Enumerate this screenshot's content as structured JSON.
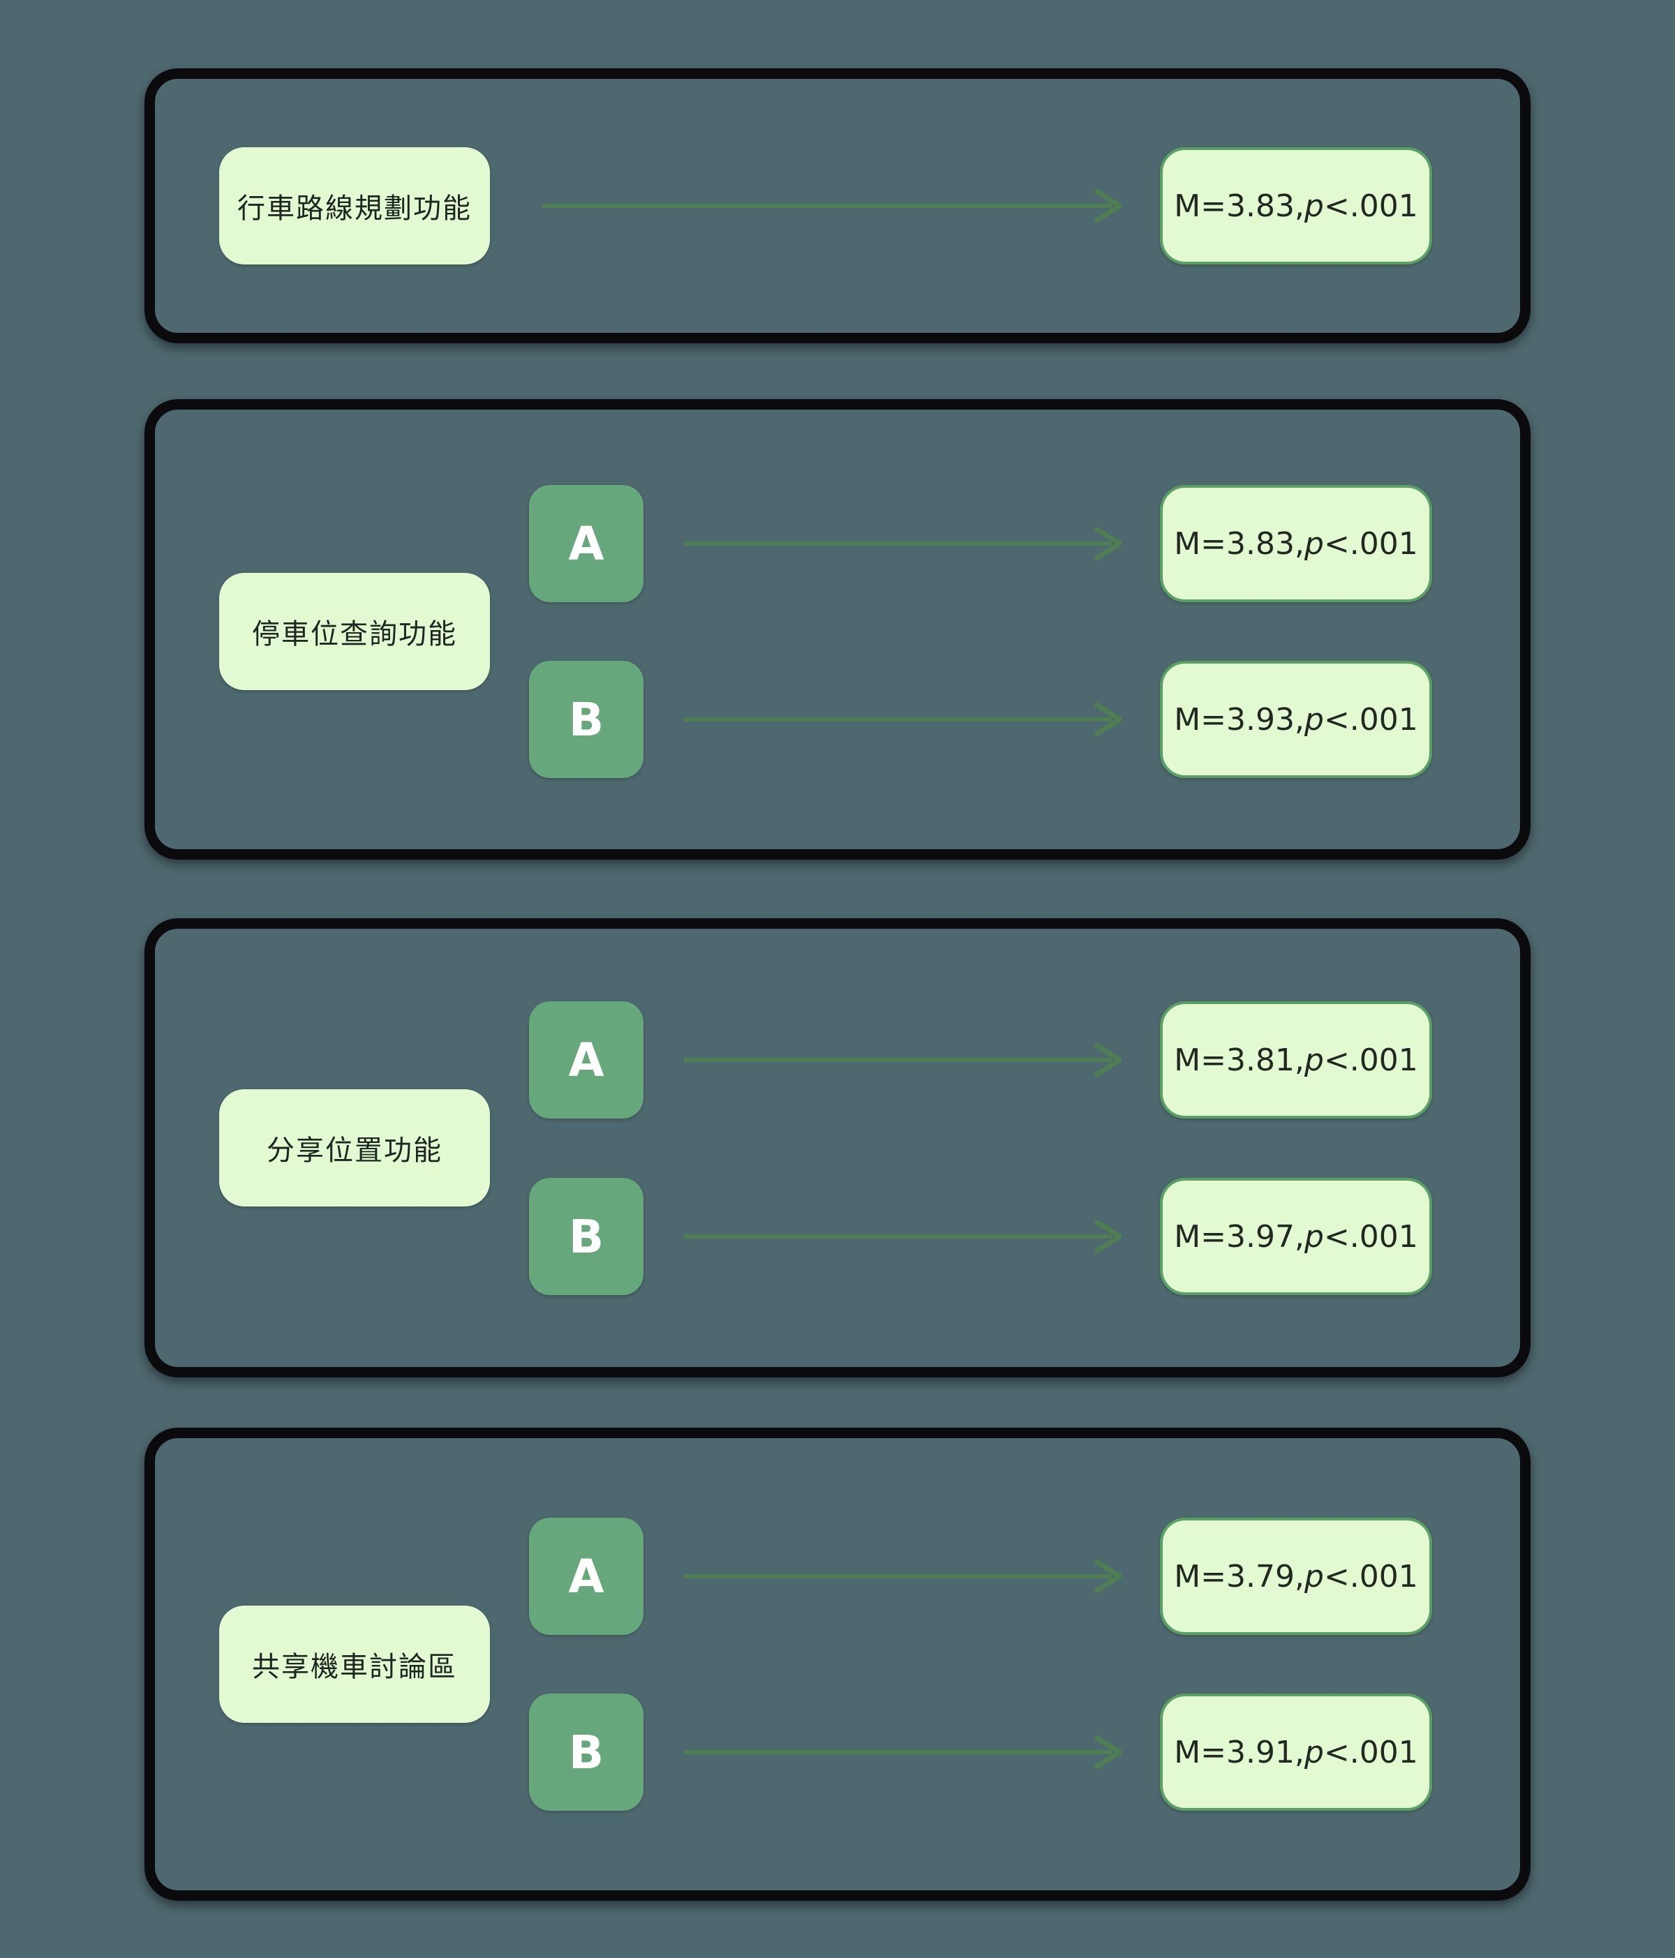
{
  "colors": {
    "background": "#4d686e",
    "panel_border": "#0b0b0e",
    "light_node_fill": "#e2f9d1",
    "result_border_green": "#5aa064",
    "ab_badge_fill": "#66a87c",
    "ab_badge_text": "#ffffff",
    "arrow_green": "#4f7e52",
    "text_dark": "#1d261f"
  },
  "panels": [
    {
      "label": "行車路線規劃功能",
      "rows": [
        {
          "variant": "",
          "result": {
            "mean": "M=3.83,",
            "p": "p",
            "threshold": "<.001"
          }
        }
      ]
    },
    {
      "label": "停車位查詢功能",
      "rows": [
        {
          "variant": "A",
          "result": {
            "mean": "M=3.83,",
            "p": "p",
            "threshold": "<.001"
          }
        },
        {
          "variant": "B",
          "result": {
            "mean": "M=3.93,",
            "p": "p",
            "threshold": "<.001"
          }
        }
      ]
    },
    {
      "label": "分享位置功能",
      "rows": [
        {
          "variant": "A",
          "result": {
            "mean": "M=3.81,",
            "p": "p",
            "threshold": "<.001"
          }
        },
        {
          "variant": "B",
          "result": {
            "mean": "M=3.97,",
            "p": "p",
            "threshold": "<.001"
          }
        }
      ]
    },
    {
      "label": "共享機車討論區",
      "rows": [
        {
          "variant": "A",
          "result": {
            "mean": "M=3.79,",
            "p": "p",
            "threshold": "<.001"
          }
        },
        {
          "variant": "B",
          "result": {
            "mean": "M=3.91,",
            "p": "p",
            "threshold": "<.001"
          }
        }
      ]
    }
  ]
}
